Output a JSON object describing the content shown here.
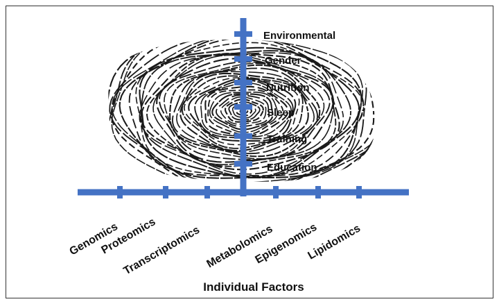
{
  "diagram": {
    "vertical_axis": {
      "labels": [
        "Environmental",
        "Gender",
        "Nutrition",
        "Sleep",
        "Training",
        "Education"
      ]
    },
    "horizontal_axis": {
      "labels": [
        "Genomics",
        "Proteomics",
        "Transcriptomics",
        "Metabolomics",
        "Epigenomics",
        "Lipidomics"
      ],
      "title": "Individual Factors"
    },
    "background_image": "fingerprint-icon"
  },
  "colors": {
    "axis": "#4472c4",
    "fingerprint": "#1a1a1a",
    "text": "#111111",
    "border": "#333333"
  }
}
